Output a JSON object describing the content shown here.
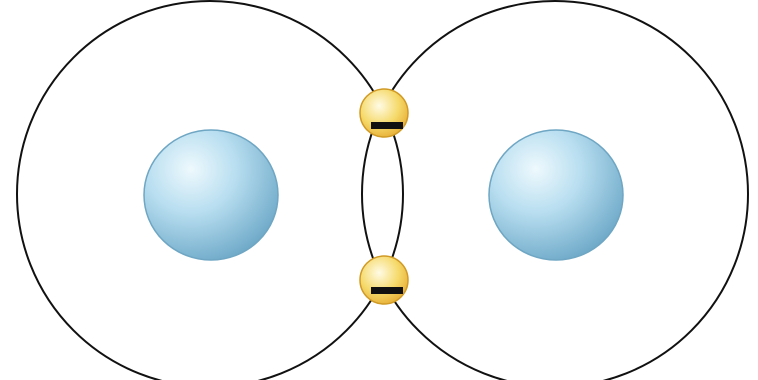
{
  "diagram": {
    "type": "covalent-bond",
    "atoms": [
      {
        "id": "atom-left",
        "nucleus_color": "#8fc2de"
      },
      {
        "id": "atom-right",
        "nucleus_color": "#8fc2de"
      }
    ],
    "shared_electrons": [
      {
        "id": "electron-top",
        "charge_symbol": "−"
      },
      {
        "id": "electron-bottom",
        "charge_symbol": "−"
      }
    ],
    "colors": {
      "orbit_stroke": "#111111",
      "nucleus_light": "#e9f6fb",
      "nucleus_mid": "#9fd0e8",
      "nucleus_dark": "#74aecd",
      "electron_light": "#fff7cf",
      "electron_mid": "#f4d55f",
      "electron_dark": "#e9b12c",
      "minus_bar": "#111111"
    }
  }
}
